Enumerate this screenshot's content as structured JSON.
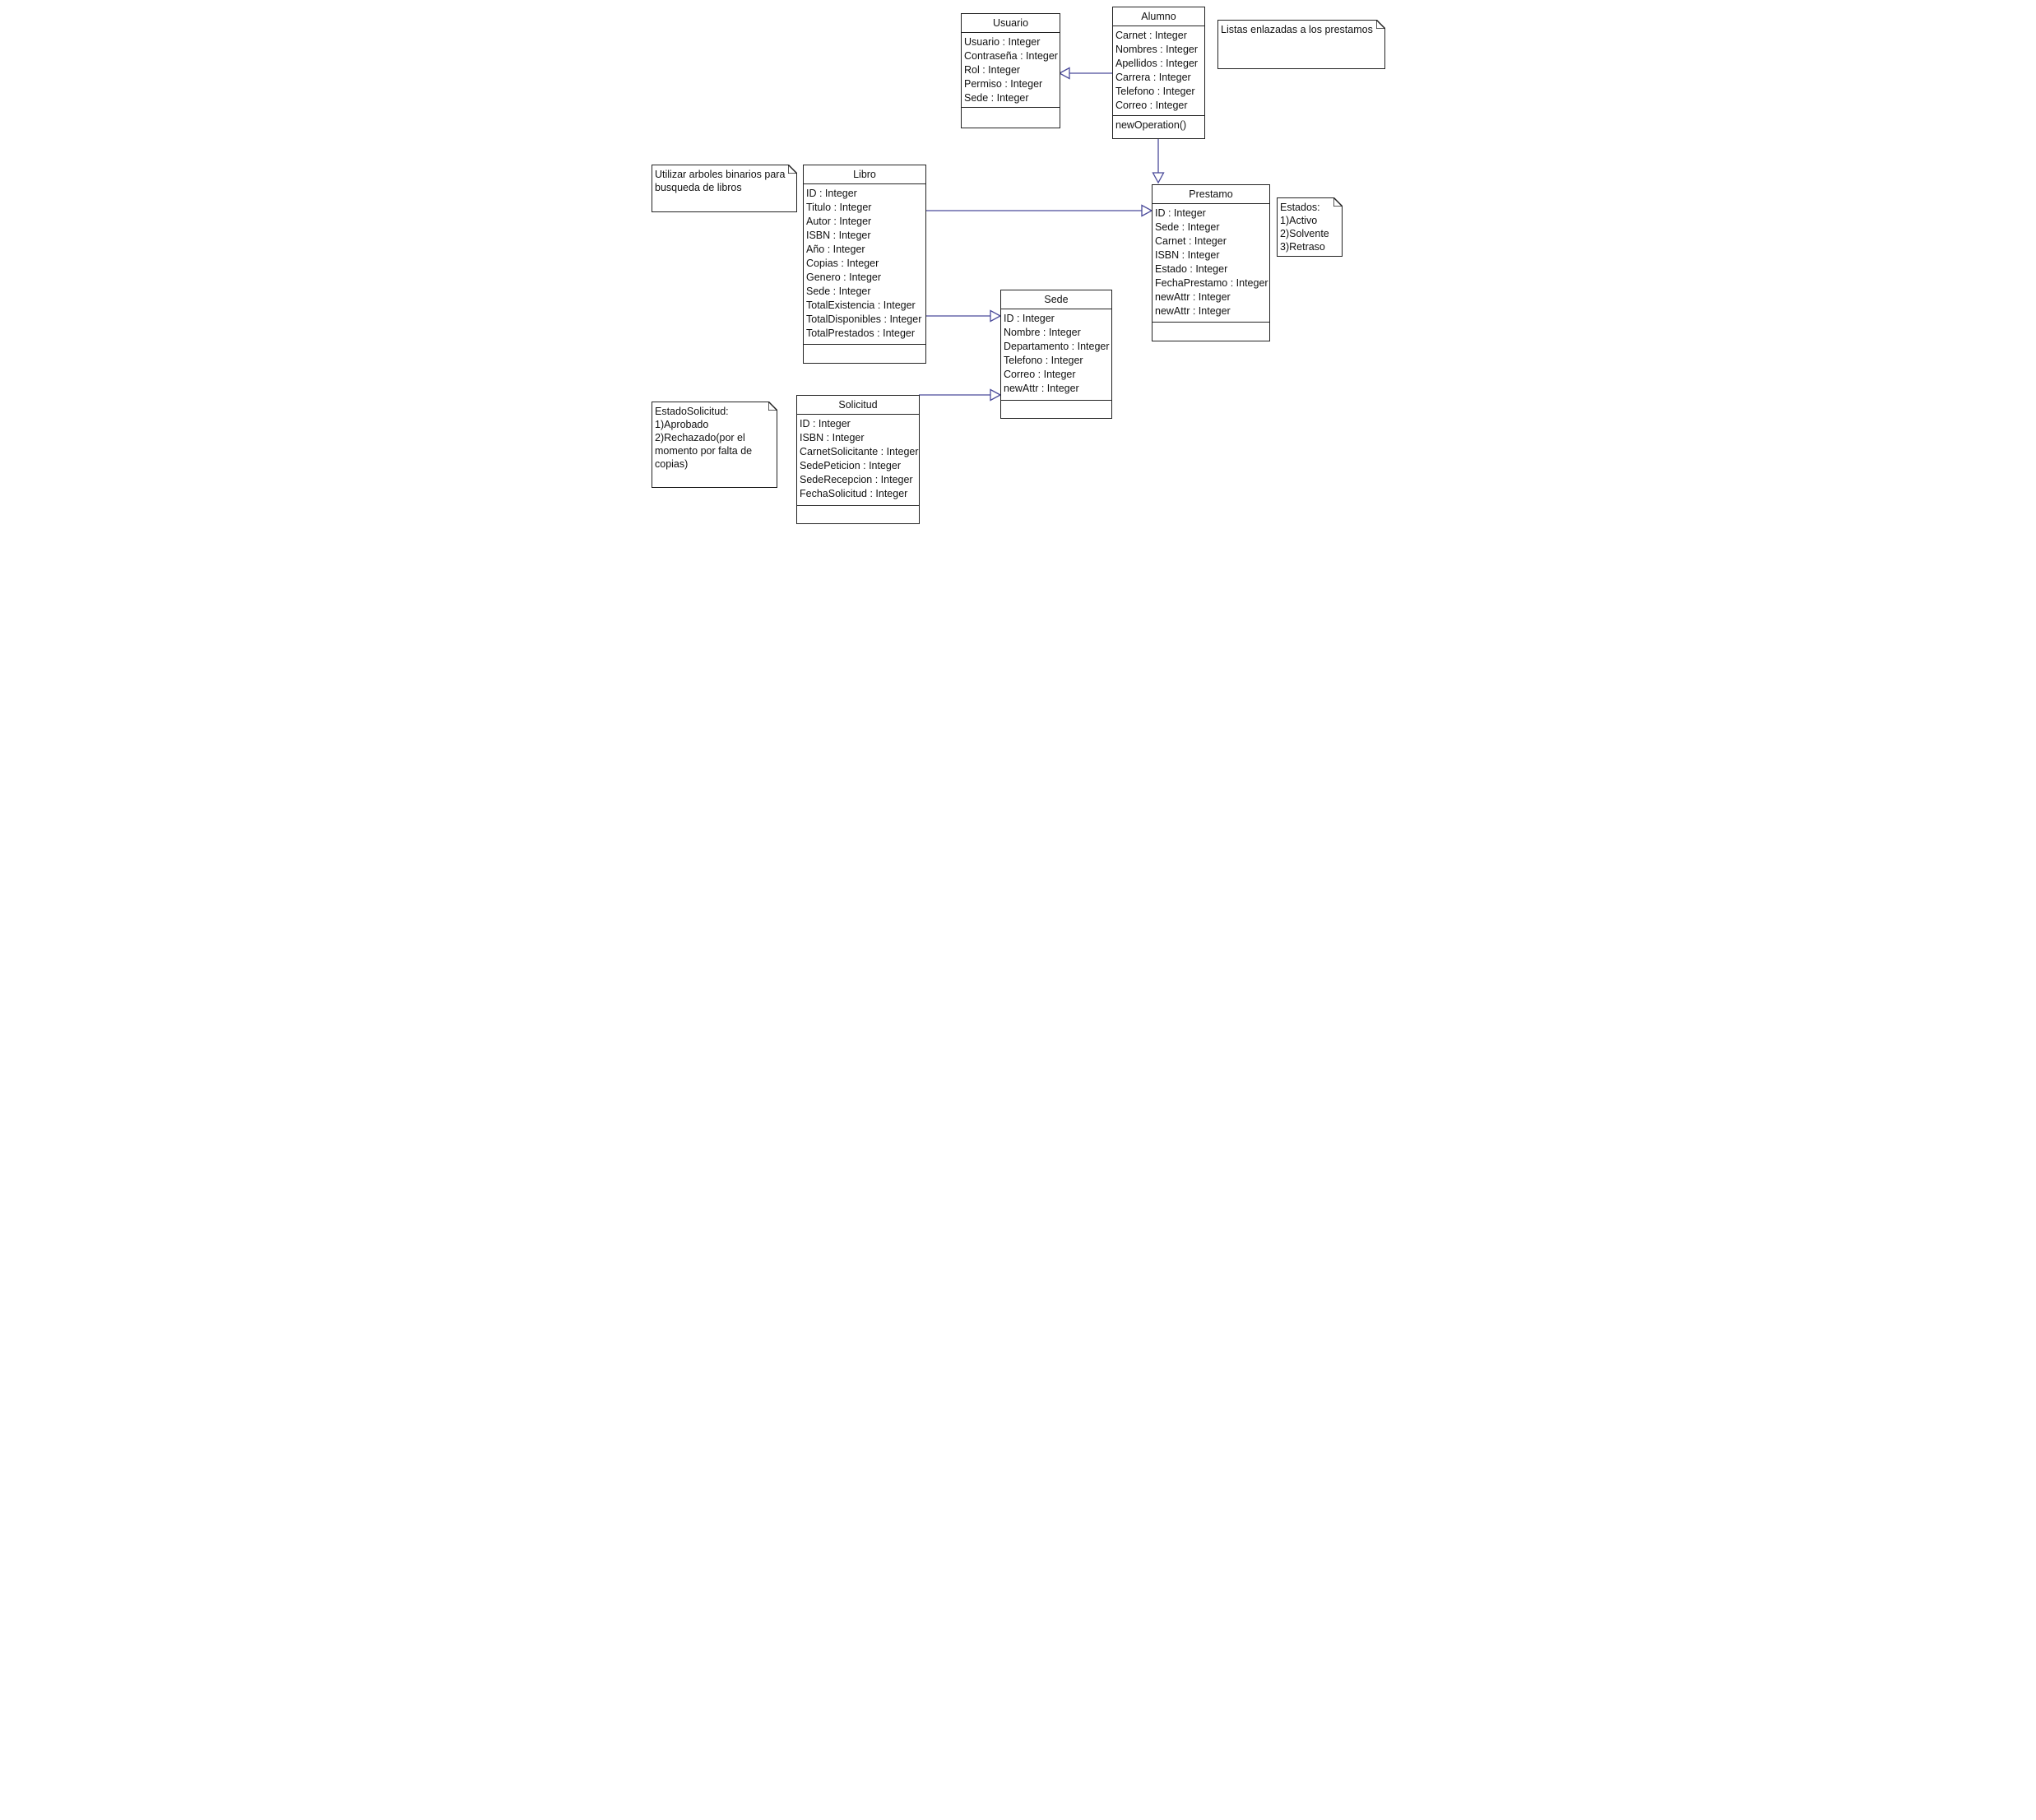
{
  "diagram": {
    "classes": {
      "usuario": {
        "name": "Usuario",
        "attributes": [
          "Usuario : Integer",
          "Contraseña : Integer",
          "Rol : Integer",
          "Permiso : Integer",
          "Sede : Integer"
        ],
        "operations": []
      },
      "alumno": {
        "name": "Alumno",
        "attributes": [
          "Carnet : Integer",
          "Nombres : Integer",
          "Apellidos : Integer",
          "Carrera : Integer",
          "Telefono : Integer",
          "Correo : Integer"
        ],
        "operations": [
          "newOperation()"
        ]
      },
      "libro": {
        "name": "Libro",
        "attributes": [
          "ID : Integer",
          "Titulo : Integer",
          "Autor : Integer",
          "ISBN : Integer",
          "Año : Integer",
          "Copias : Integer",
          "Genero : Integer",
          "Sede : Integer",
          "TotalExistencia : Integer",
          "TotalDisponibles : Integer",
          "TotalPrestados : Integer"
        ],
        "operations": []
      },
      "prestamo": {
        "name": "Prestamo",
        "attributes": [
          "ID : Integer",
          "Sede : Integer",
          "Carnet : Integer",
          "ISBN : Integer",
          "Estado : Integer",
          "FechaPrestamo : Integer",
          "newAttr : Integer",
          "newAttr : Integer"
        ],
        "operations": []
      },
      "sede": {
        "name": "Sede",
        "attributes": [
          "ID : Integer",
          "Nombre : Integer",
          "Departamento : Integer",
          "Telefono : Integer",
          "Correo : Integer",
          "newAttr : Integer"
        ],
        "operations": []
      },
      "solicitud": {
        "name": "Solicitud",
        "attributes": [
          "ID : Integer",
          "ISBN : Integer",
          "CarnetSolicitante : Integer",
          "SedePeticion : Integer",
          "SedeRecepcion : Integer",
          "FechaSolicitud : Integer"
        ],
        "operations": []
      }
    },
    "notes": {
      "listas": [
        "Listas enlazadas a los prestamos"
      ],
      "arboles": [
        "Utilizar arboles binarios para",
        "busqueda de libros"
      ],
      "estados": [
        "Estados:",
        "1)Activo",
        "2)Solvente",
        "3)Retraso"
      ],
      "estado_solicitud": [
        "EstadoSolicitud:",
        "1)Aprobado",
        "2)Rechazado(por el",
        "momento por falta de",
        "copias)"
      ]
    },
    "relations": [
      {
        "from": "Alumno",
        "to": "Usuario",
        "type": "generalization"
      },
      {
        "from": "Alumno",
        "to": "Prestamo",
        "type": "generalization"
      },
      {
        "from": "Libro",
        "to": "Prestamo",
        "type": "generalization"
      },
      {
        "from": "Libro",
        "to": "Sede",
        "type": "generalization"
      },
      {
        "from": "Solicitud",
        "to": "Sede",
        "type": "generalization"
      }
    ],
    "colors": {
      "line": "#4a4a9a",
      "border": "#222222"
    }
  }
}
